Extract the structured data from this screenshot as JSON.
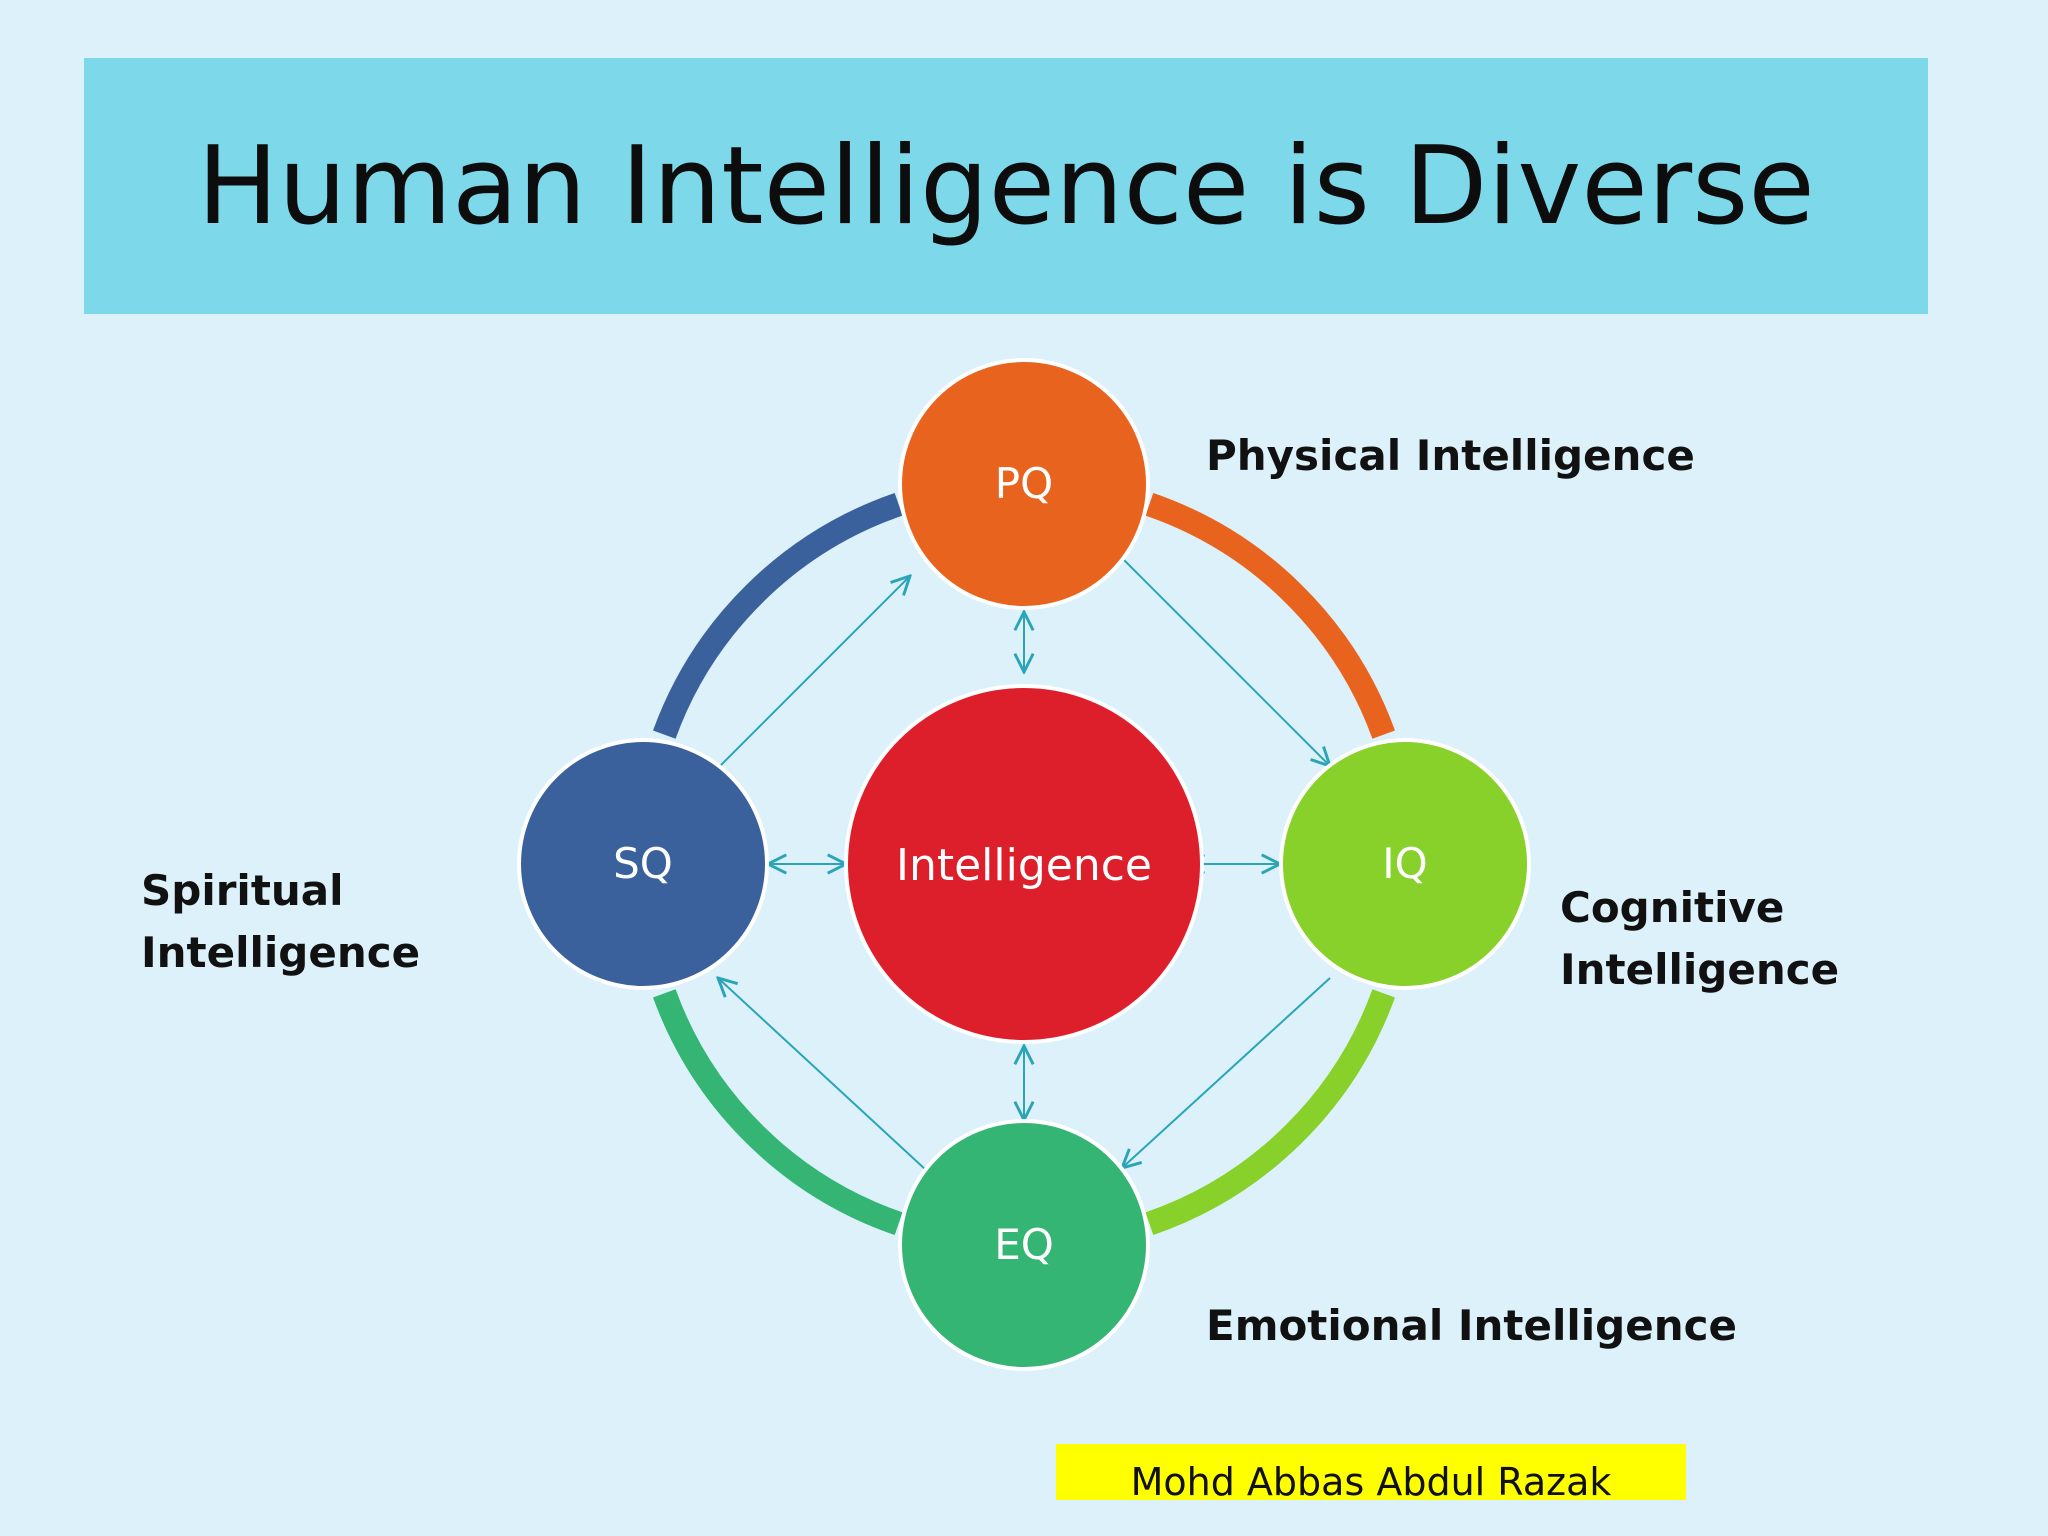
{
  "title": "Human Intelligence is Diverse",
  "nodes": {
    "center": "Intelligence",
    "top": "PQ",
    "right": "IQ",
    "bottom": "EQ",
    "left": "SQ"
  },
  "labels": {
    "physical": "Physical Intelligence",
    "cognitive_line1": "Cognitive",
    "cognitive_line2": "Intelligence",
    "emotional": "Emotional Intelligence",
    "spiritual_line1": "Spiritual",
    "spiritual_line2": "Intelligence"
  },
  "author": "Mohd Abbas Abdul Razak",
  "colors": {
    "background": "#dcf1fa",
    "banner": "#7dd8ea",
    "center": "#dc1f2b",
    "pq": "#e8641e",
    "iq": "#88d02a",
    "eq": "#34b574",
    "sq": "#3b619c",
    "arrow": "#2aa5b8",
    "author_highlight": "#ffff00"
  }
}
